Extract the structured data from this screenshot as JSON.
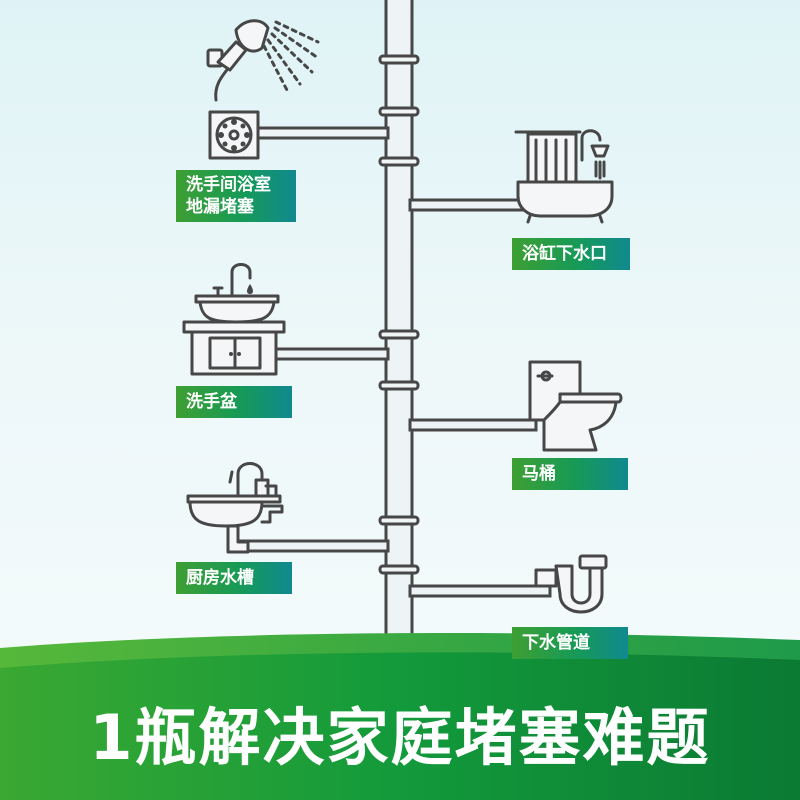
{
  "labels": {
    "floor_drain": [
      "洗手间浴室",
      "地漏堵塞"
    ],
    "bathtub": "浴缸下水口",
    "washbasin": "洗手盆",
    "toilet": "马桶",
    "kitchen_sink": "厨房水槽",
    "drain_pipe": "下水管道"
  },
  "headline": "1瓶解决家庭堵塞难题",
  "colors": {
    "label_gradient": [
      "#3e9f33",
      "#169a57",
      "#10898f"
    ],
    "banner_dark": "#0f7a2e",
    "banner_light": "#45b035",
    "outline": "#474747",
    "background": "#e6f5f7"
  }
}
